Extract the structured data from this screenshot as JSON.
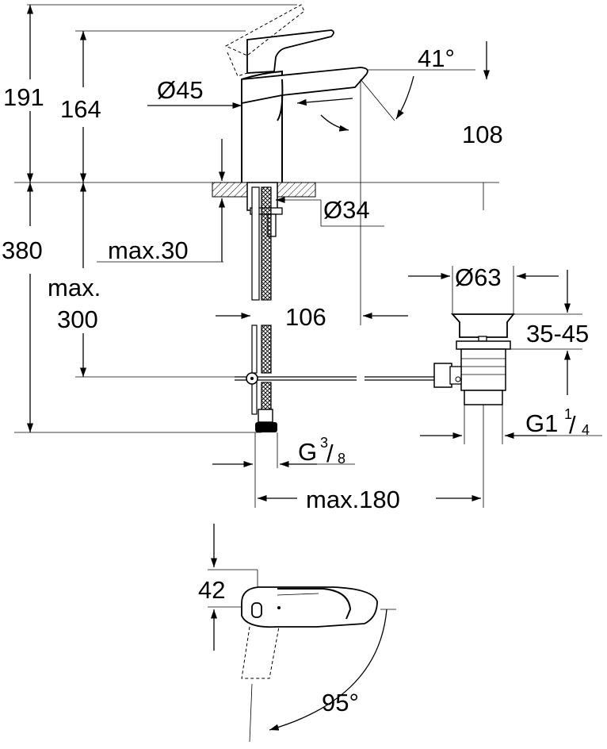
{
  "dimensions": {
    "total_height": "191",
    "spout_height": "164",
    "spout_diameter": "Ø45",
    "handle_angle": "41°",
    "spout_reach": "108",
    "hole_diameter": "Ø34",
    "deck_thickness": "max.30",
    "below_deck": "380",
    "hose_label_1": "max.",
    "hose_label_2": "300",
    "hose_offset": "106",
    "waste_diameter": "Ø63",
    "waste_range": "35-45",
    "waste_thread_main": "G1",
    "waste_thread_num": "1",
    "waste_thread_den": "4",
    "inlet_thread_main": "G",
    "inlet_thread_num": "3",
    "inlet_thread_den": "8",
    "max_width": "max.180",
    "handle_offset": "42",
    "rotation_angle": "95°"
  }
}
